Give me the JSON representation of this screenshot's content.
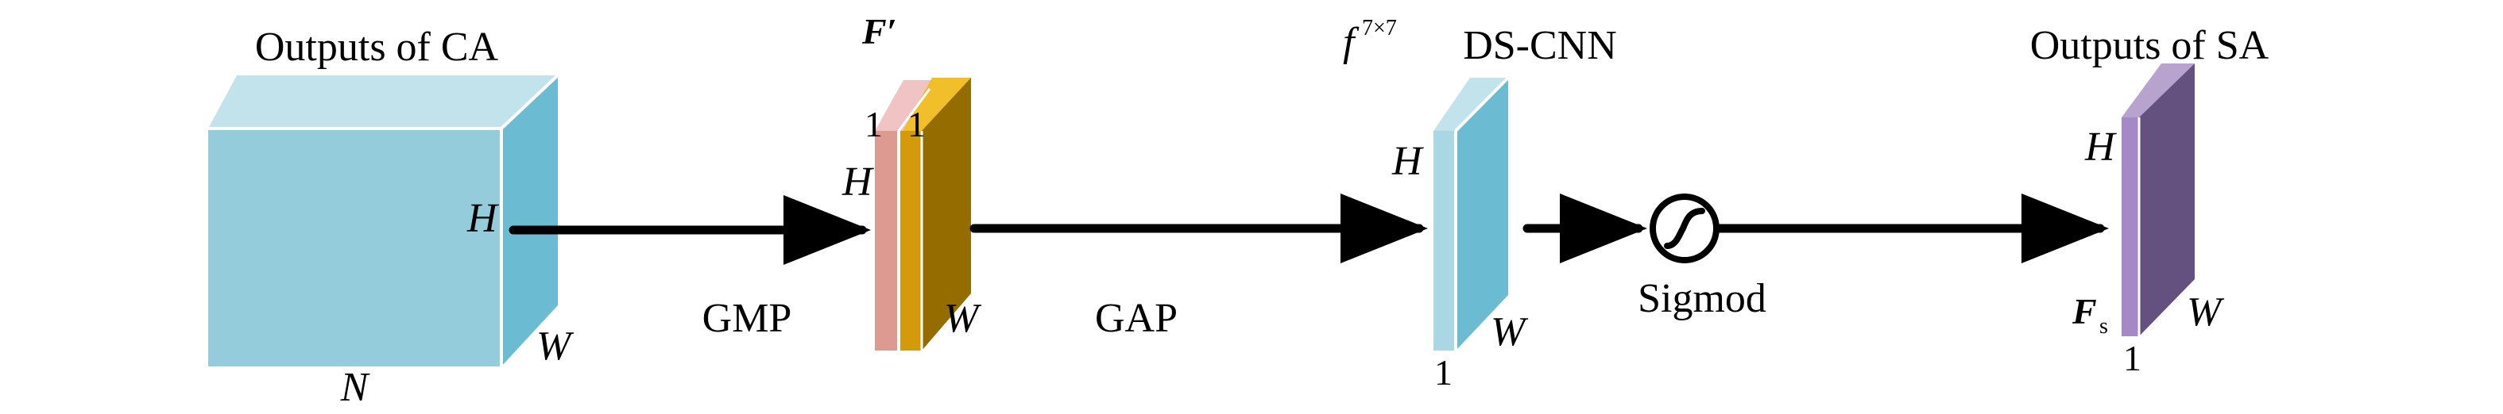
{
  "labels": {
    "ca_title": "Outputs of CA",
    "ca_h": "H",
    "ca_w": "W",
    "ca_n": "N",
    "gmp": "GMP",
    "gap": "GAP",
    "f_prime": "F′",
    "fp_1a": "1",
    "fp_1b": "1",
    "fp_h": "H",
    "fp_w": "W",
    "f_base": "f",
    "f_sup": "7×7",
    "dscnn": "DS-CNN",
    "ds_h": "H",
    "ds_w": "W",
    "ds_1": "1",
    "sigmoid": "Sigmod",
    "sa_title": "Outputs of SA",
    "sa_h": "H",
    "sa_w": "W",
    "sa_1": "1",
    "fs_base": "F",
    "fs_sub": "s"
  },
  "colors": {
    "ca_front": "#94ccdb",
    "ca_top": "#c3e3ec",
    "ca_side": "#6bbcd2",
    "pool_pink": "#dc9a91",
    "pool_pink_top": "#f0c4c4",
    "pool_gold": "#d49a0c",
    "pool_gold_top": "#f1bf2a",
    "pool_side": "#946c00",
    "ds_front": "#a9d7e3",
    "ds_top": "#c3e3ec",
    "ds_side": "#6bbcd2",
    "sa_front": "#a588c6",
    "sa_top": "#b7a3ce",
    "sa_side": "#655180",
    "arrow": "#000000"
  },
  "icons": {
    "sigmoid": "sigmoid-curve-icon"
  }
}
